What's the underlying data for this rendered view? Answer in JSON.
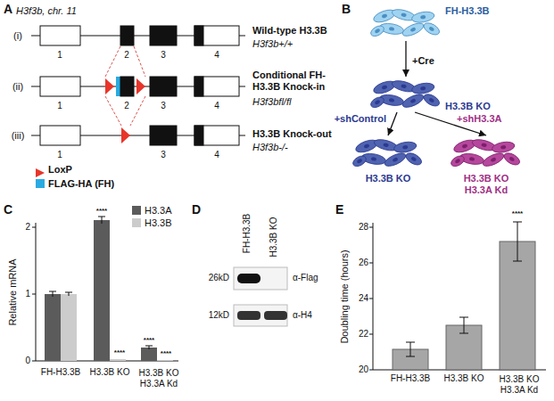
{
  "diagram": {
    "nodes": [
      {
        "text": [
          "FH-H3.3B"
        ]
      },
      {
        "text": [
          "H3.3B KO"
        ]
      },
      {
        "text": [
          "H3.3B KO"
        ]
      },
      {
        "text": [
          "H3.3B KO H3.3A Kd"
        ]
      }
    ],
    "edges": [
      {
        "from": 0,
        "to": 1,
        "arrow": "to",
        "label": "+Cre"
      },
      {
        "from": 1,
        "to": 2,
        "arrow": "to",
        "label": "+shControl"
      },
      {
        "from": 1,
        "to": 3,
        "arrow": "to",
        "label": "+shH3.3A"
      }
    ],
    "labels": [
      "A",
      "H3f3b, chr. 11",
      "(i)",
      "1",
      "2",
      "3",
      "4",
      "Wild-type H3.3B",
      "H3f3b+/+",
      "(ii)",
      "1",
      "2",
      "3",
      "4",
      "Conditional FH-H3.3B Knock-in",
      "H3f3bfl/fl",
      "(iii)",
      "1",
      "3",
      "4",
      "H3.3B Knock-out",
      "H3f3b-/-",
      "B",
      "C",
      "Relative mRNA",
      "0",
      "1",
      "2",
      "****",
      "****",
      "****",
      "****",
      "FH-H3.3B",
      "H3.3B KO",
      "H3.3B KO H3.3A Kd",
      "D",
      "FH-H3.3B",
      "H3.3B KO",
      "26kD",
      "12kD",
      "α-Flag",
      "α-H4",
      "E",
      "Doubling time (hours)",
      "20",
      "22",
      "24",
      "26",
      "28",
      "****",
      "FH-H3.3B",
      "H3.3B KO",
      "H3.3B KO H3.3A Kd"
    ],
    "legend": [
      {
        "text": "LoxP"
      },
      {
        "text": "FLAG-HA (FH)",
        "color": "#29abe2"
      },
      {
        "text": "H3.3A",
        "color": "#5b5b5b"
      },
      {
        "text": "H3.3B",
        "color": "#cccccc"
      }
    ]
  }
}
